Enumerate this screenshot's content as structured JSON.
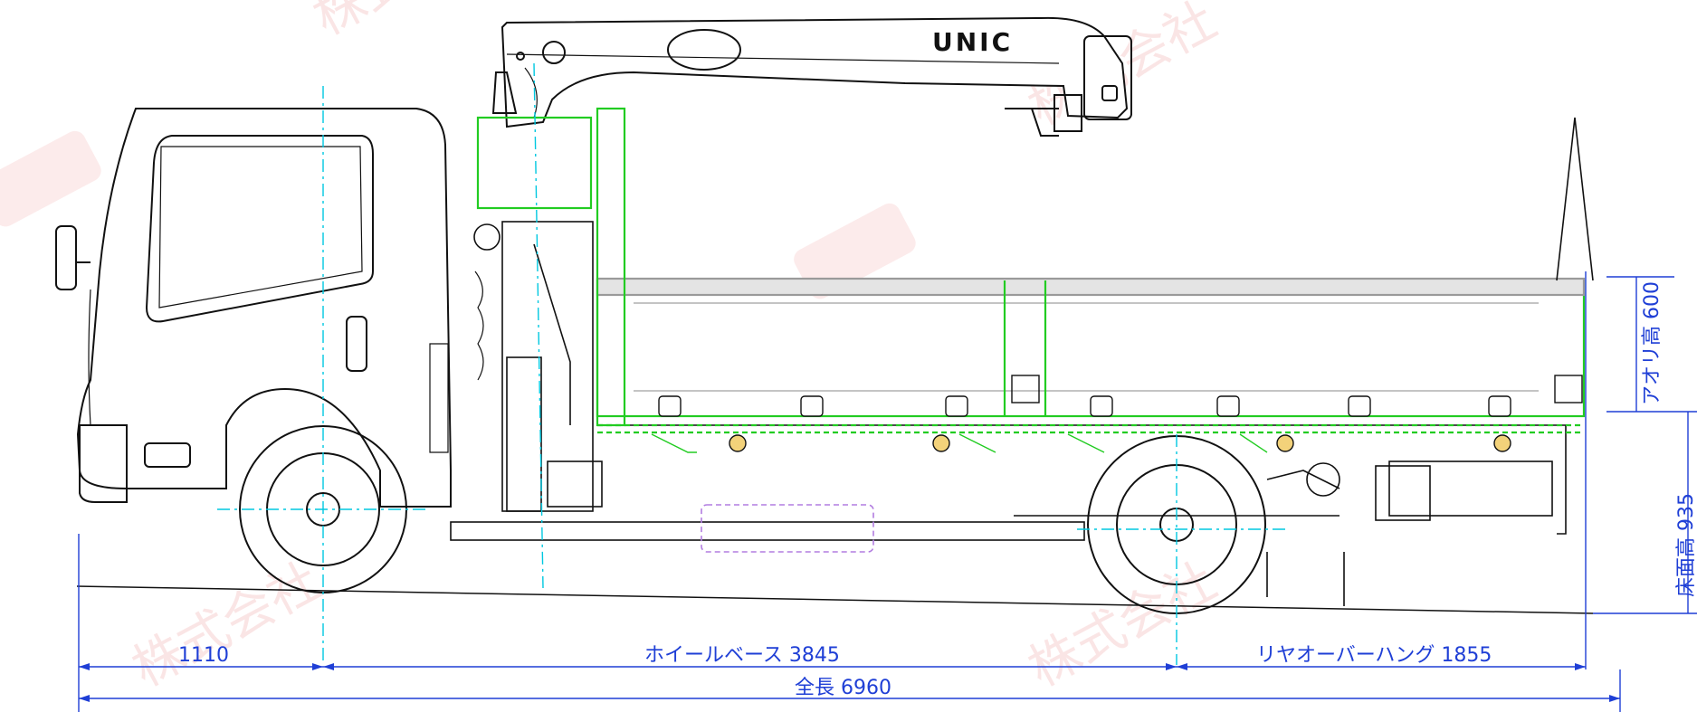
{
  "crane_brand": "UNIC",
  "dimensions": {
    "front_overhang": "1110",
    "wheelbase": "ホイールベース 3845",
    "rear_overhang": "リヤオーバーハング 1855",
    "overall_length": "全長 6960",
    "gate_height": "アオリ高 600",
    "floor_height": "床面高 935"
  },
  "watermark": "株式会社",
  "colors": {
    "outline": "#111111",
    "body_green": "#22cc22",
    "dimension_blue": "#1f3fd6",
    "center_cyan": "#00c8e0",
    "fuel_tank_purple": "#b27de0"
  }
}
